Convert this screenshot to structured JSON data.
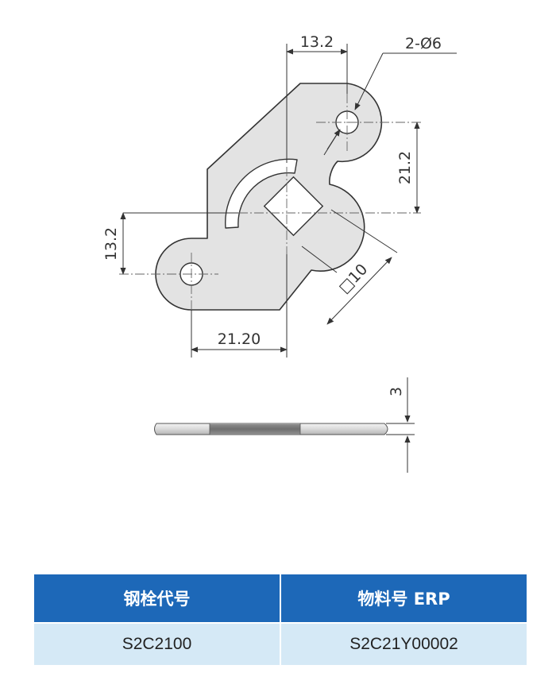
{
  "dimensions": {
    "top_hole_offset": "13.2",
    "hole_callout": "2-Ø6",
    "hole_vertical_offset": "21.2",
    "left_vertical_offset": "13.2",
    "bottom_horizontal_offset": "21.20",
    "square_size": "□10",
    "thickness": "3"
  },
  "colors": {
    "plate_fill": "#e3e3e3",
    "outline": "#333333",
    "header_bg": "#1d68b8",
    "row_bg": "#d5e9f6"
  },
  "spec_table": {
    "headers": [
      "钢栓代号",
      "物料号 ERP"
    ],
    "rows": [
      [
        "S2C2100",
        "S2C21Y00002"
      ]
    ]
  }
}
